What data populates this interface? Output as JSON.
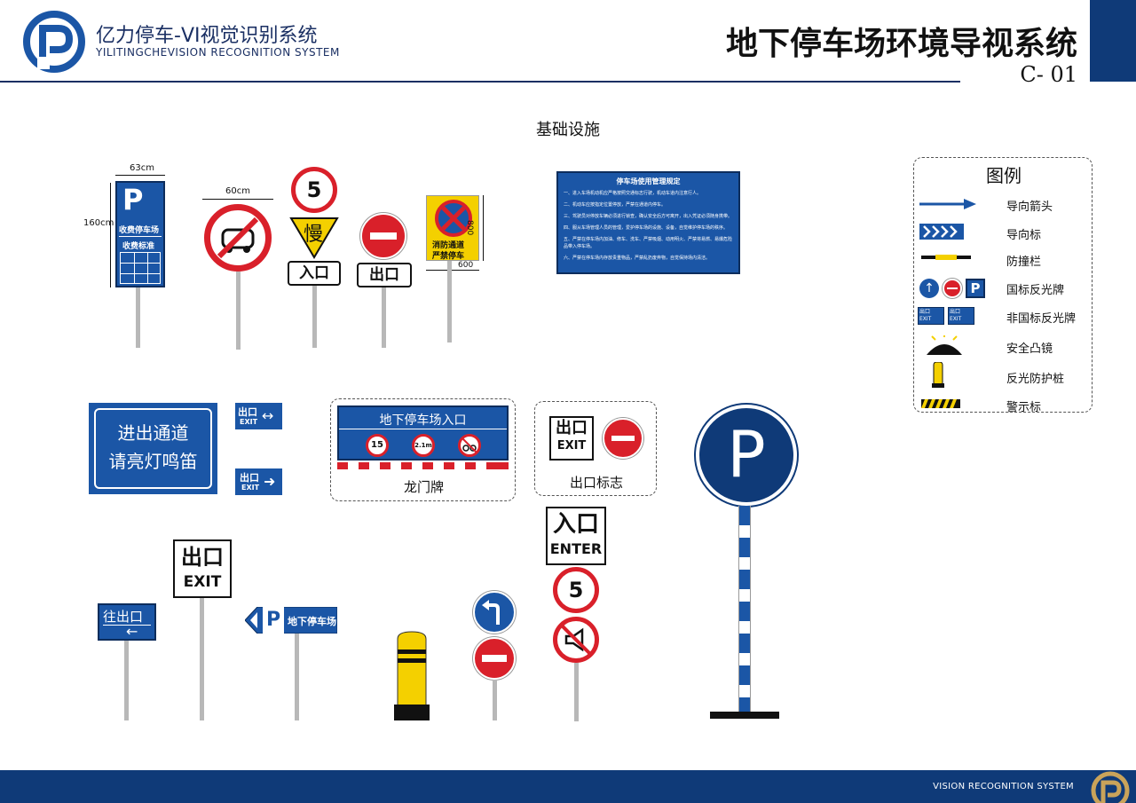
{
  "header": {
    "brand_title": "亿力停车-VI视觉识别系统",
    "brand_sub": "YILITINGCHEVISION RECOGNITION SYSTEM",
    "page_title": "地下停车场环境导视系统",
    "page_code": "C- 01"
  },
  "section_title": "基础设施",
  "footer": {
    "text": "VISION RECOGNITION SYSTEM"
  },
  "colors": {
    "brand_blue": "#1b56a6",
    "navy": "#0f3a78",
    "sign_red": "#d9202a",
    "warn_yellow": "#f4d000"
  },
  "parking_fee_sign": {
    "dim_width": "63cm",
    "dim_height": "160cm",
    "letter": "P",
    "title": "收费停车场",
    "subtitle": "收费标准"
  },
  "no_parking_sign": {
    "dim_width": "60cm"
  },
  "speed_sign": {
    "value": "5",
    "slow": "慢",
    "label": "入口"
  },
  "no_entry_sign": {
    "label": "出口"
  },
  "fire_lane_sign": {
    "line1": "消防通道",
    "line2": "严禁停车",
    "dim_height": "800",
    "dim_width": "600"
  },
  "rules_board": {
    "title": "停车场使用管理规定",
    "rules": [
      "一、进入车场机动机应严格按照交通标志行驶，机动车道内注意行人。",
      "二、机动车应按指定位置停放，严禁在通道内停车。",
      "三、驾驶员对停放车辆必须进行锁查，确认安全后方可离开，出入凭证必须随身携带。",
      "四、服从车场管理人员的管理，爱护停车场的设施、设备，自觉维护停车场的秩序。",
      "五、严禁在停车场内加油、修车、洗车、严禁吸烟、动用明火、严禁将易燃、易爆危险品带入停车场。",
      "六、严禁在停车场内存放贵重物品，严禁乱扔废弃物，自觉保持场内清洁。"
    ]
  },
  "legend": {
    "title": "图例",
    "items": [
      {
        "label": "导向箭头",
        "icon": "arrow-icon"
      },
      {
        "label": "导向标",
        "icon": "chevron-guide-icon"
      },
      {
        "label": "防撞栏",
        "icon": "bumper-bar-icon"
      },
      {
        "label": "国标反光牌",
        "icon": "national-sign-icon"
      },
      {
        "label": "非国标反光牌",
        "icon": "custom-sign-icon",
        "exit1": "出口",
        "exit2": "EXIT",
        "exit3": "出口",
        "exit4": "EXIT"
      },
      {
        "label": "安全凸镜",
        "icon": "convex-mirror-icon"
      },
      {
        "label": "反光防护桩",
        "icon": "bollard-icon"
      },
      {
        "label": "警示标",
        "icon": "warning-stripe-icon"
      }
    ],
    "p_letter": "P"
  },
  "notice_board": {
    "line1": "进出通道",
    "line2": "请亮灯鸣笛"
  },
  "small_exit_signs": [
    {
      "cn": "出口",
      "en": "EXIT"
    },
    {
      "cn": "出口",
      "en": "EXIT"
    }
  ],
  "gantry_sign": {
    "title": "地下停车场入口",
    "speed": "15",
    "height": "2.1m",
    "caption": "龙门牌"
  },
  "exit_sign_group": {
    "cn": "出口",
    "en": "EXIT",
    "caption": "出口标志"
  },
  "big_parking_sign": {
    "letter": "P"
  },
  "bottom_signs": {
    "exit_arrow": {
      "cn": "往出口"
    },
    "exit_big": {
      "cn": "出口",
      "en": "EXIT"
    },
    "parking_direction": {
      "letter": "P",
      "cn": "地下停车场"
    },
    "enter_sign": {
      "cn": "入口",
      "en": "ENTER",
      "speed": "5"
    }
  }
}
